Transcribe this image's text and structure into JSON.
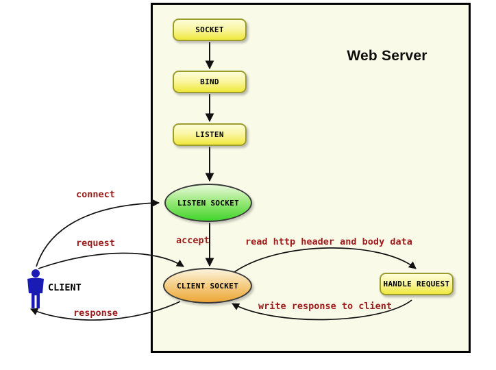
{
  "title": "Web Server",
  "nodes": {
    "socket": {
      "label": "SOCKET",
      "shape": "rounded-rect"
    },
    "bind": {
      "label": "BIND",
      "shape": "rounded-rect"
    },
    "listen": {
      "label": "LISTEN",
      "shape": "rounded-rect"
    },
    "listen_socket": {
      "label": "LISTEN SOCKET",
      "shape": "ellipse"
    },
    "client_socket": {
      "label": "CLIENT SOCKET",
      "shape": "ellipse"
    },
    "handle_request": {
      "label": "HANDLE REQUEST",
      "shape": "rounded-rect"
    },
    "client": {
      "label": "CLIENT",
      "shape": "person-figure"
    }
  },
  "edges": {
    "socket_to_bind": {
      "label": "",
      "from": "SOCKET",
      "to": "BIND"
    },
    "bind_to_listen": {
      "label": "",
      "from": "BIND",
      "to": "LISTEN"
    },
    "listen_to_listen_socket": {
      "label": "",
      "from": "LISTEN",
      "to": "LISTEN SOCKET"
    },
    "accept": {
      "label": "accept",
      "from": "LISTEN SOCKET",
      "to": "CLIENT SOCKET"
    },
    "connect": {
      "label": "connect",
      "from": "CLIENT",
      "to": "LISTEN SOCKET"
    },
    "request": {
      "label": "request",
      "from": "CLIENT",
      "to": "CLIENT SOCKET"
    },
    "response": {
      "label": "response",
      "from": "CLIENT SOCKET",
      "to": "CLIENT"
    },
    "read": {
      "label": "read http header and body data",
      "from": "CLIENT SOCKET",
      "to": "HANDLE REQUEST"
    },
    "write": {
      "label": "write response to client",
      "from": "HANDLE REQUEST",
      "to": "CLIENT SOCKET"
    }
  },
  "colors": {
    "edge_label": "#9B1B1B",
    "process_fill_top": "#FEFED9",
    "process_fill_bottom": "#F0E83B",
    "process_border": "#9B9B2E",
    "listen_socket_fill_top": "#E9FADD",
    "listen_socket_fill_bottom": "#41D52D",
    "client_socket_fill_top": "#FCF3DC",
    "client_socket_fill_bottom": "#EDA637",
    "server_background": "#FAFAE8",
    "server_border": "#000000",
    "client_figure": "#1A1AB5",
    "arrow": "#111111"
  }
}
